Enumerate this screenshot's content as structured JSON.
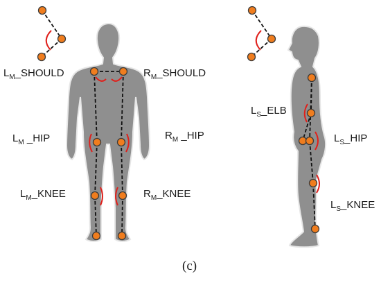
{
  "labels": {
    "l_should": {
      "main": "L",
      "sub": "M",
      "rest": "_SHOULD"
    },
    "r_should": {
      "main": "R",
      "sub": "M",
      "rest": "_SHOULD"
    },
    "l_hip": {
      "main": "L",
      "sub": "M",
      "rest": " _HIP"
    },
    "r_hip": {
      "main": "R",
      "sub": "M",
      "rest": " _HIP"
    },
    "l_knee": {
      "main": "L",
      "sub": "M",
      "rest": "_KNEE"
    },
    "r_knee": {
      "main": "R",
      "sub": "M",
      "rest": "_KNEE"
    },
    "s_elb": {
      "main": "L",
      "sub": "S",
      "rest": "_ELB"
    },
    "s_hip": {
      "main": "L",
      "sub": "S",
      "rest": "_HIP"
    },
    "s_knee": {
      "main": "L",
      "sub": "S",
      "rest": "_KNEE"
    }
  },
  "caption": "(c)",
  "colors": {
    "joint": "#f07d1e",
    "arc": "#e0201b",
    "body": "#8f8f8f",
    "link": "#111111"
  }
}
